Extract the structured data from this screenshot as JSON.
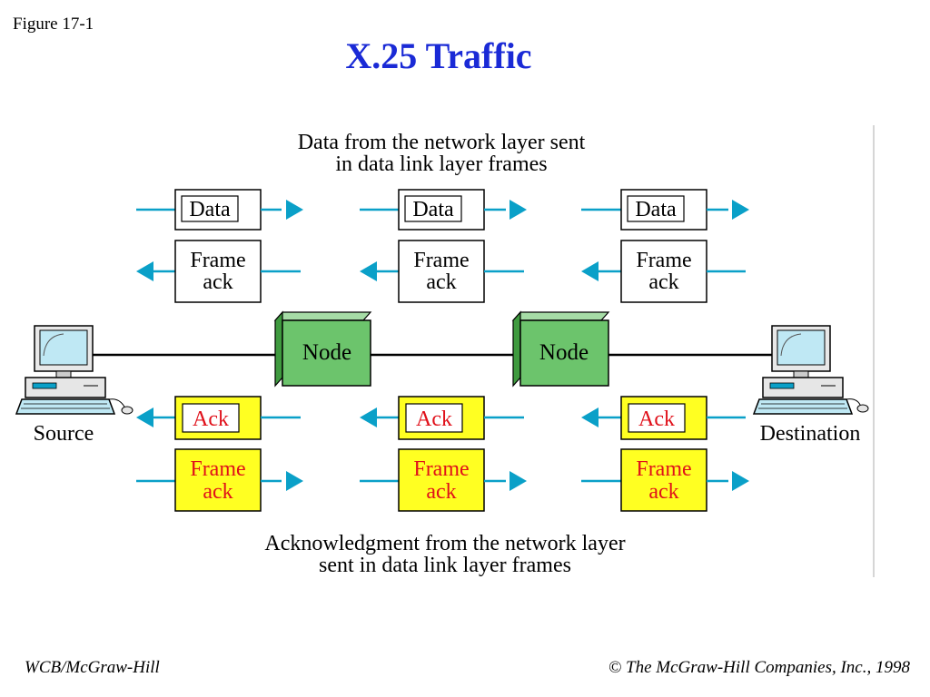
{
  "figure_label": "Figure 17-1",
  "title": "X.25 Traffic",
  "top_caption": {
    "line1": "Data from the network layer sent",
    "line2": "in data link layer frames"
  },
  "bottom_caption": {
    "line1": "Acknowledgment from the network layer",
    "line2": "sent in data link layer frames"
  },
  "data_label": "Data",
  "frame_ack": {
    "line1": "Frame",
    "line2": "ack"
  },
  "ack_label": "Ack",
  "node_label": "Node",
  "source_label": "Source",
  "destination_label": "Destination",
  "footer": {
    "left": "WCB/McGraw-Hill",
    "symbol": "©",
    "right": "The McGraw-Hill Companies, Inc., 1998"
  },
  "colors": {
    "title": "#1a2ad6",
    "arrow": "#0aa0c8",
    "node_fill": "#6cc46c",
    "ack_box_fill": "#ffff22",
    "ack_text": "#e0101a",
    "computer_screen": "#bfe8f4"
  }
}
